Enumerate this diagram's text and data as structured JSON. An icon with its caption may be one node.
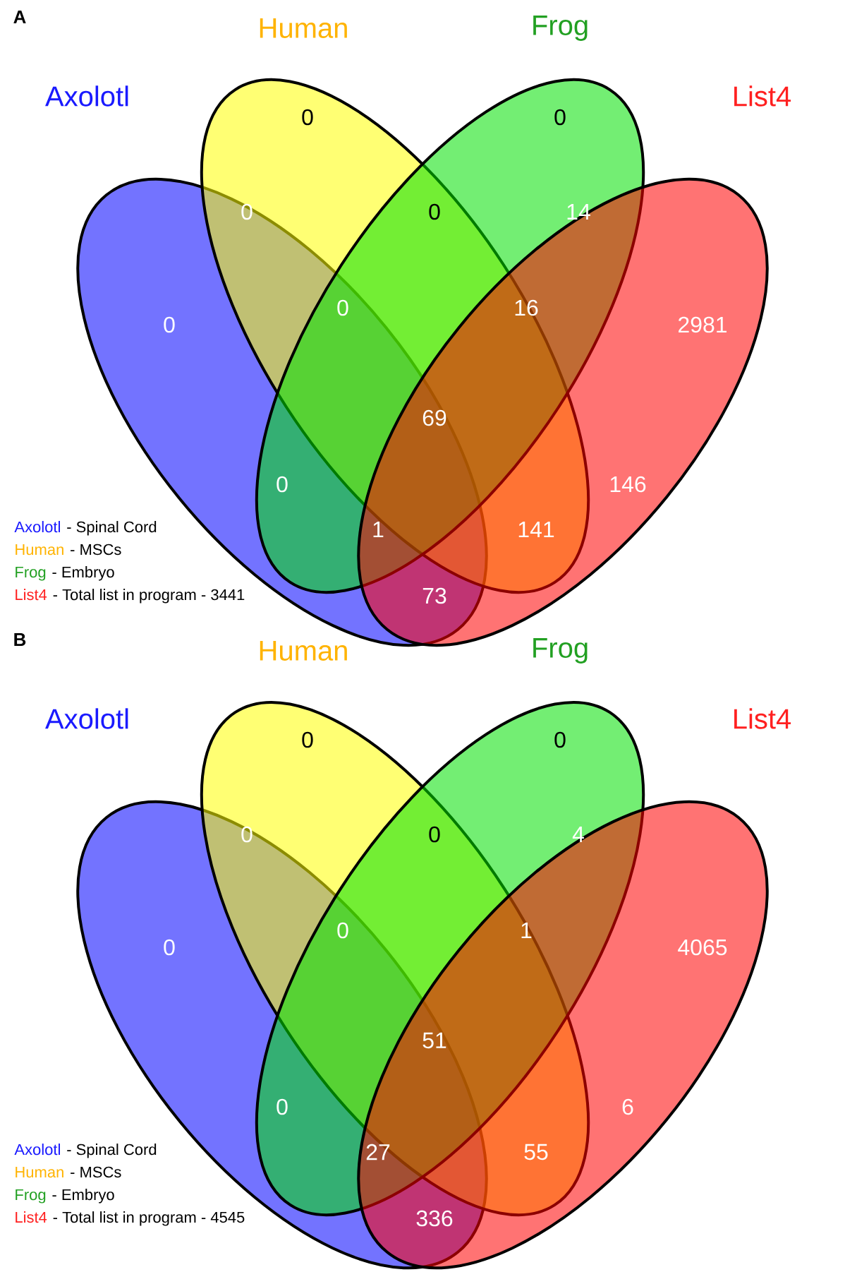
{
  "diagram": {
    "nodes": [
      {
        "text": [
          "Axolotl"
        ]
      },
      {
        "text": [
          "Human"
        ]
      },
      {
        "text": [
          "Frog"
        ]
      },
      {
        "text": [
          "List4"
        ]
      },
      {
        "text": [
          "Axolotl"
        ]
      },
      {
        "text": [
          "Human"
        ]
      },
      {
        "text": [
          "Frog"
        ]
      },
      {
        "text": [
          "List4"
        ]
      }
    ],
    "labels": [
      "A",
      "0",
      "0",
      "0",
      "0",
      "14",
      "0",
      "0",
      "16",
      "2981",
      "69",
      "0",
      "146",
      "1",
      "141",
      "73",
      "Axolotl",
      "- Spinal Cord",
      "Human",
      "- MSCs",
      "Frog",
      "- Embryo",
      "List4",
      "- Total list in program - 3441",
      "B",
      "0",
      "0",
      "0",
      "0",
      "4",
      "0",
      "0",
      "1",
      "4065",
      "51",
      "0",
      "6",
      "27",
      "55",
      "336",
      "Axolotl",
      "- Spinal Cord",
      "Human",
      "- MSCs",
      "Frog",
      "- Embryo",
      "List4",
      "- Total list in program - 4545"
    ]
  }
}
